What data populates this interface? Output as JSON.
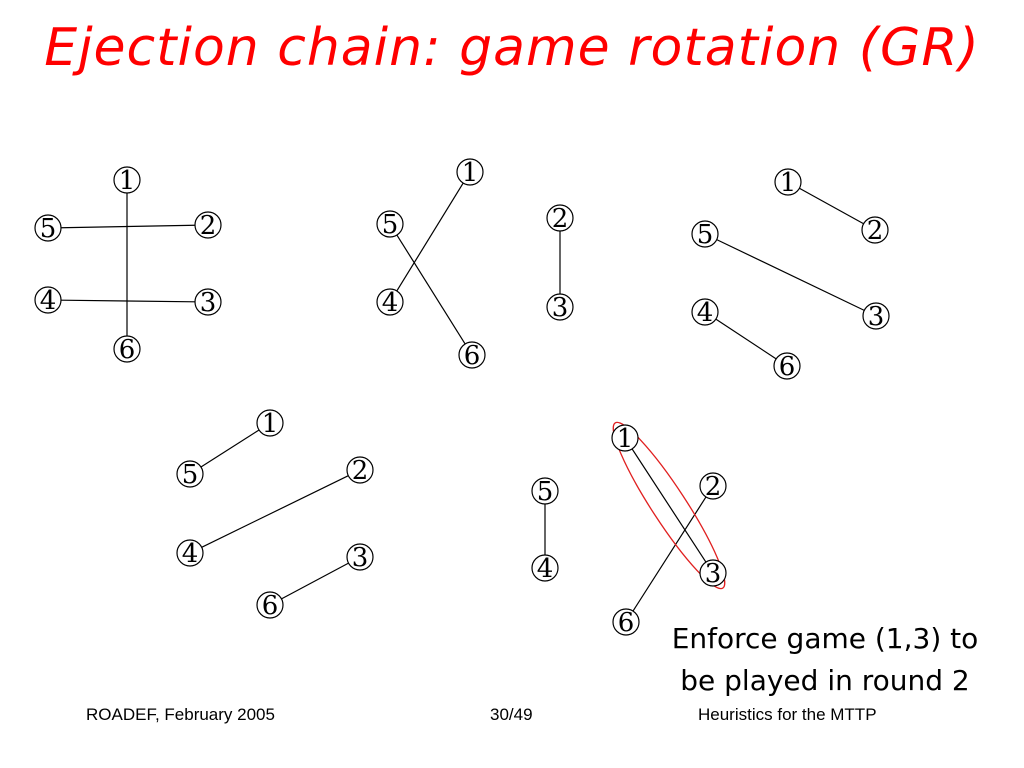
{
  "title": "Ejection chain: game rotation (GR)",
  "colors": {
    "title": "#ff0000",
    "highlight": "#e02020",
    "edge": "#000000"
  },
  "caption": {
    "line1": "Enforce game (1,3) to",
    "line2": "be played in round 2"
  },
  "footer": {
    "left": "ROADEF, February 2005",
    "center": "30/49",
    "right": "Heuristics for the MTTP"
  },
  "graphs": [
    {
      "id": "graph-1",
      "nodes": [
        "1",
        "2",
        "3",
        "4",
        "5",
        "6"
      ],
      "edges": [
        [
          "1",
          "6"
        ],
        [
          "5",
          "2"
        ],
        [
          "4",
          "3"
        ]
      ]
    },
    {
      "id": "graph-2",
      "nodes": [
        "1",
        "2",
        "3",
        "4",
        "5",
        "6"
      ],
      "edges": [
        [
          "1",
          "4"
        ],
        [
          "5",
          "6"
        ],
        [
          "2",
          "3"
        ]
      ]
    },
    {
      "id": "graph-3",
      "nodes": [
        "1",
        "2",
        "3",
        "4",
        "5",
        "6"
      ],
      "edges": [
        [
          "1",
          "2"
        ],
        [
          "5",
          "3"
        ],
        [
          "4",
          "6"
        ]
      ]
    },
    {
      "id": "graph-4",
      "nodes": [
        "1",
        "2",
        "3",
        "4",
        "5",
        "6"
      ],
      "edges": [
        [
          "1",
          "5"
        ],
        [
          "2",
          "4"
        ],
        [
          "3",
          "6"
        ]
      ]
    },
    {
      "id": "graph-5",
      "nodes": [
        "1",
        "2",
        "3",
        "4",
        "5",
        "6"
      ],
      "edges": [
        [
          "1",
          "3"
        ],
        [
          "2",
          "6"
        ],
        [
          "5",
          "4"
        ]
      ],
      "highlighted_edge": [
        "1",
        "3"
      ]
    }
  ]
}
